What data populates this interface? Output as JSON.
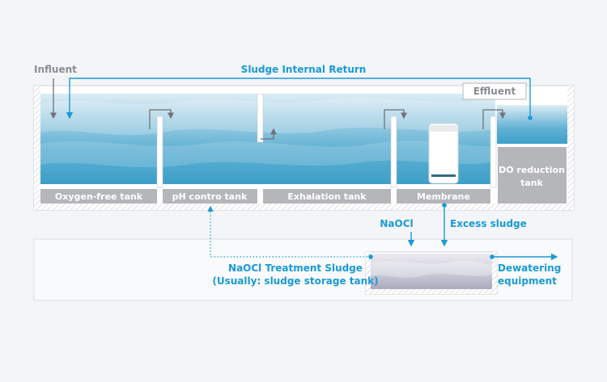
{
  "labels": {
    "influent": "Influent",
    "sludge_return": "Sludge Internal Return",
    "effluent": "Effluent",
    "naocl": "NaOCl",
    "excess_sludge": "Excess sludge",
    "naocl_sludge_1": "NaOCl Treatment Sludge",
    "naocl_sludge_2": "(Usually: sludge storage tank)",
    "dewatering_1": "Dewatering",
    "dewatering_2": "equipment"
  },
  "tanks": {
    "oxygen_free": "Oxygen-free tank",
    "ph_control": "pH contro tank",
    "exhalation": "Exhalation tank",
    "membrane": "Membrane",
    "do_reduction_1": "DO reduction",
    "do_reduction_2": "tank"
  },
  "colors": {
    "accent": "#1a9ad6",
    "label_bar": "#b4b6b9",
    "water_dark": "#3fa2c9",
    "water_light": "#cfe8f3",
    "sludge": "#b8b8cc"
  }
}
